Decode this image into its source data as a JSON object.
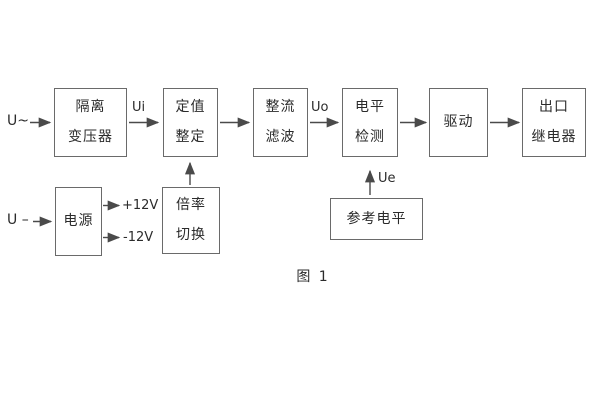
{
  "figure": {
    "caption": "图 1"
  },
  "blocks": [
    {
      "id": "isolation-transformer",
      "lines": [
        "隔离",
        "变压器"
      ]
    },
    {
      "id": "setting-adjust",
      "lines": [
        "定值",
        "整定"
      ]
    },
    {
      "id": "rectify-filter",
      "lines": [
        "整流",
        "滤波"
      ]
    },
    {
      "id": "level-detect",
      "lines": [
        "电平",
        "检测"
      ]
    },
    {
      "id": "drive",
      "lines": [
        "驱动"
      ]
    },
    {
      "id": "output-relay",
      "lines": [
        "出口",
        "继电器"
      ]
    },
    {
      "id": "power-supply",
      "lines": [
        "电源"
      ]
    },
    {
      "id": "ratio-switch",
      "lines": [
        "倍率",
        "切换"
      ]
    },
    {
      "id": "reference-level",
      "lines": [
        "参考电平"
      ]
    }
  ],
  "labels": {
    "input_ac": "U~",
    "input_dc": "U –",
    "ui": "Ui",
    "uo": "Uo",
    "ue": "Ue",
    "plus12": "+12V",
    "minus12": "-12V"
  },
  "colors": {
    "line": "#4a4a4a",
    "border": "#6a6a6a",
    "text": "#2b2b2b",
    "background": "#ffffff"
  }
}
